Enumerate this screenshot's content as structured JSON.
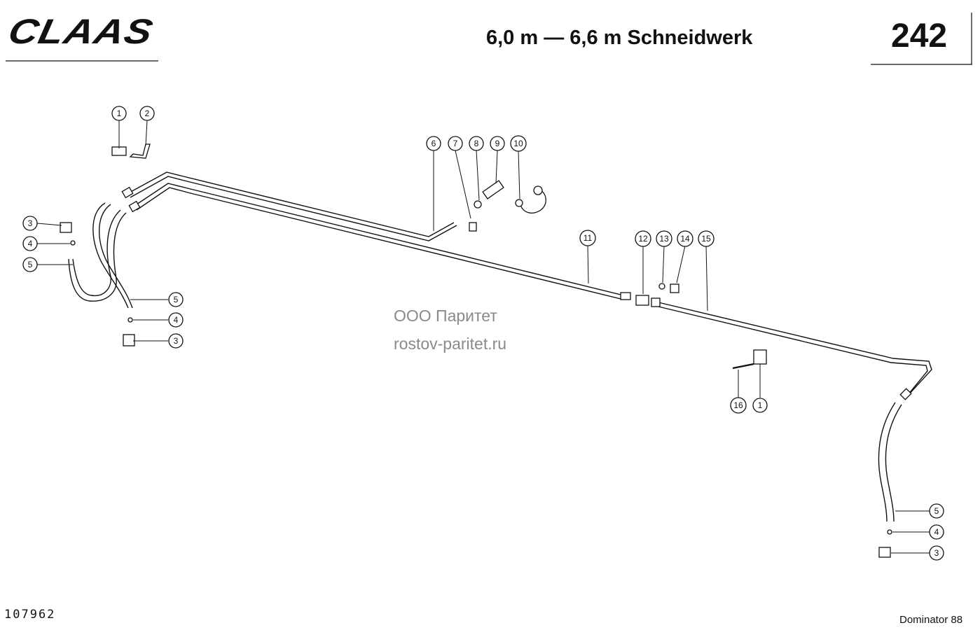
{
  "header": {
    "brand": "CLAAS",
    "title": "6,0 m — 6,6 m Schneidwerk",
    "page_number": "242"
  },
  "footer": {
    "drawing_number": "107962",
    "model": "Dominator 88"
  },
  "watermark": {
    "line1": "ООО Паритет",
    "line2": "rostov-paritet.ru"
  },
  "callouts": [
    {
      "label": "1"
    },
    {
      "label": "2"
    },
    {
      "label": "3"
    },
    {
      "label": "4"
    },
    {
      "label": "5"
    },
    {
      "label": "5"
    },
    {
      "label": "4"
    },
    {
      "label": "3"
    },
    {
      "label": "6"
    },
    {
      "label": "7"
    },
    {
      "label": "8"
    },
    {
      "label": "9"
    },
    {
      "label": "10"
    },
    {
      "label": "11"
    },
    {
      "label": "12"
    },
    {
      "label": "13"
    },
    {
      "label": "14"
    },
    {
      "label": "15"
    },
    {
      "label": "16"
    },
    {
      "label": "1"
    },
    {
      "label": "5"
    },
    {
      "label": "4"
    },
    {
      "label": "3"
    }
  ]
}
